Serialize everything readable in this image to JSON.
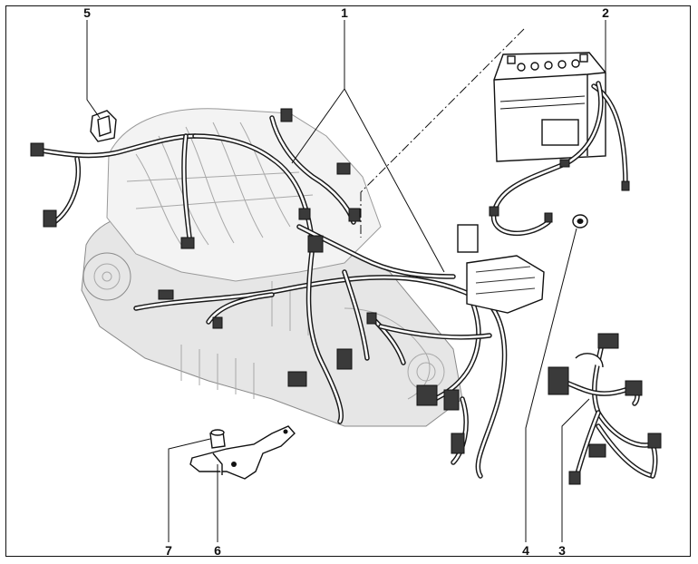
{
  "figure": {
    "callouts": [
      {
        "id": "1",
        "label": "1"
      },
      {
        "id": "2",
        "label": "2"
      },
      {
        "id": "3",
        "label": "3"
      },
      {
        "id": "4",
        "label": "4"
      },
      {
        "id": "5",
        "label": "5"
      },
      {
        "id": "6",
        "label": "6"
      },
      {
        "id": "7",
        "label": "7"
      }
    ]
  },
  "colors": {
    "line": "#111111",
    "engine_fill": "#f3f3f3",
    "engine_shade": "#e6e6e6"
  }
}
